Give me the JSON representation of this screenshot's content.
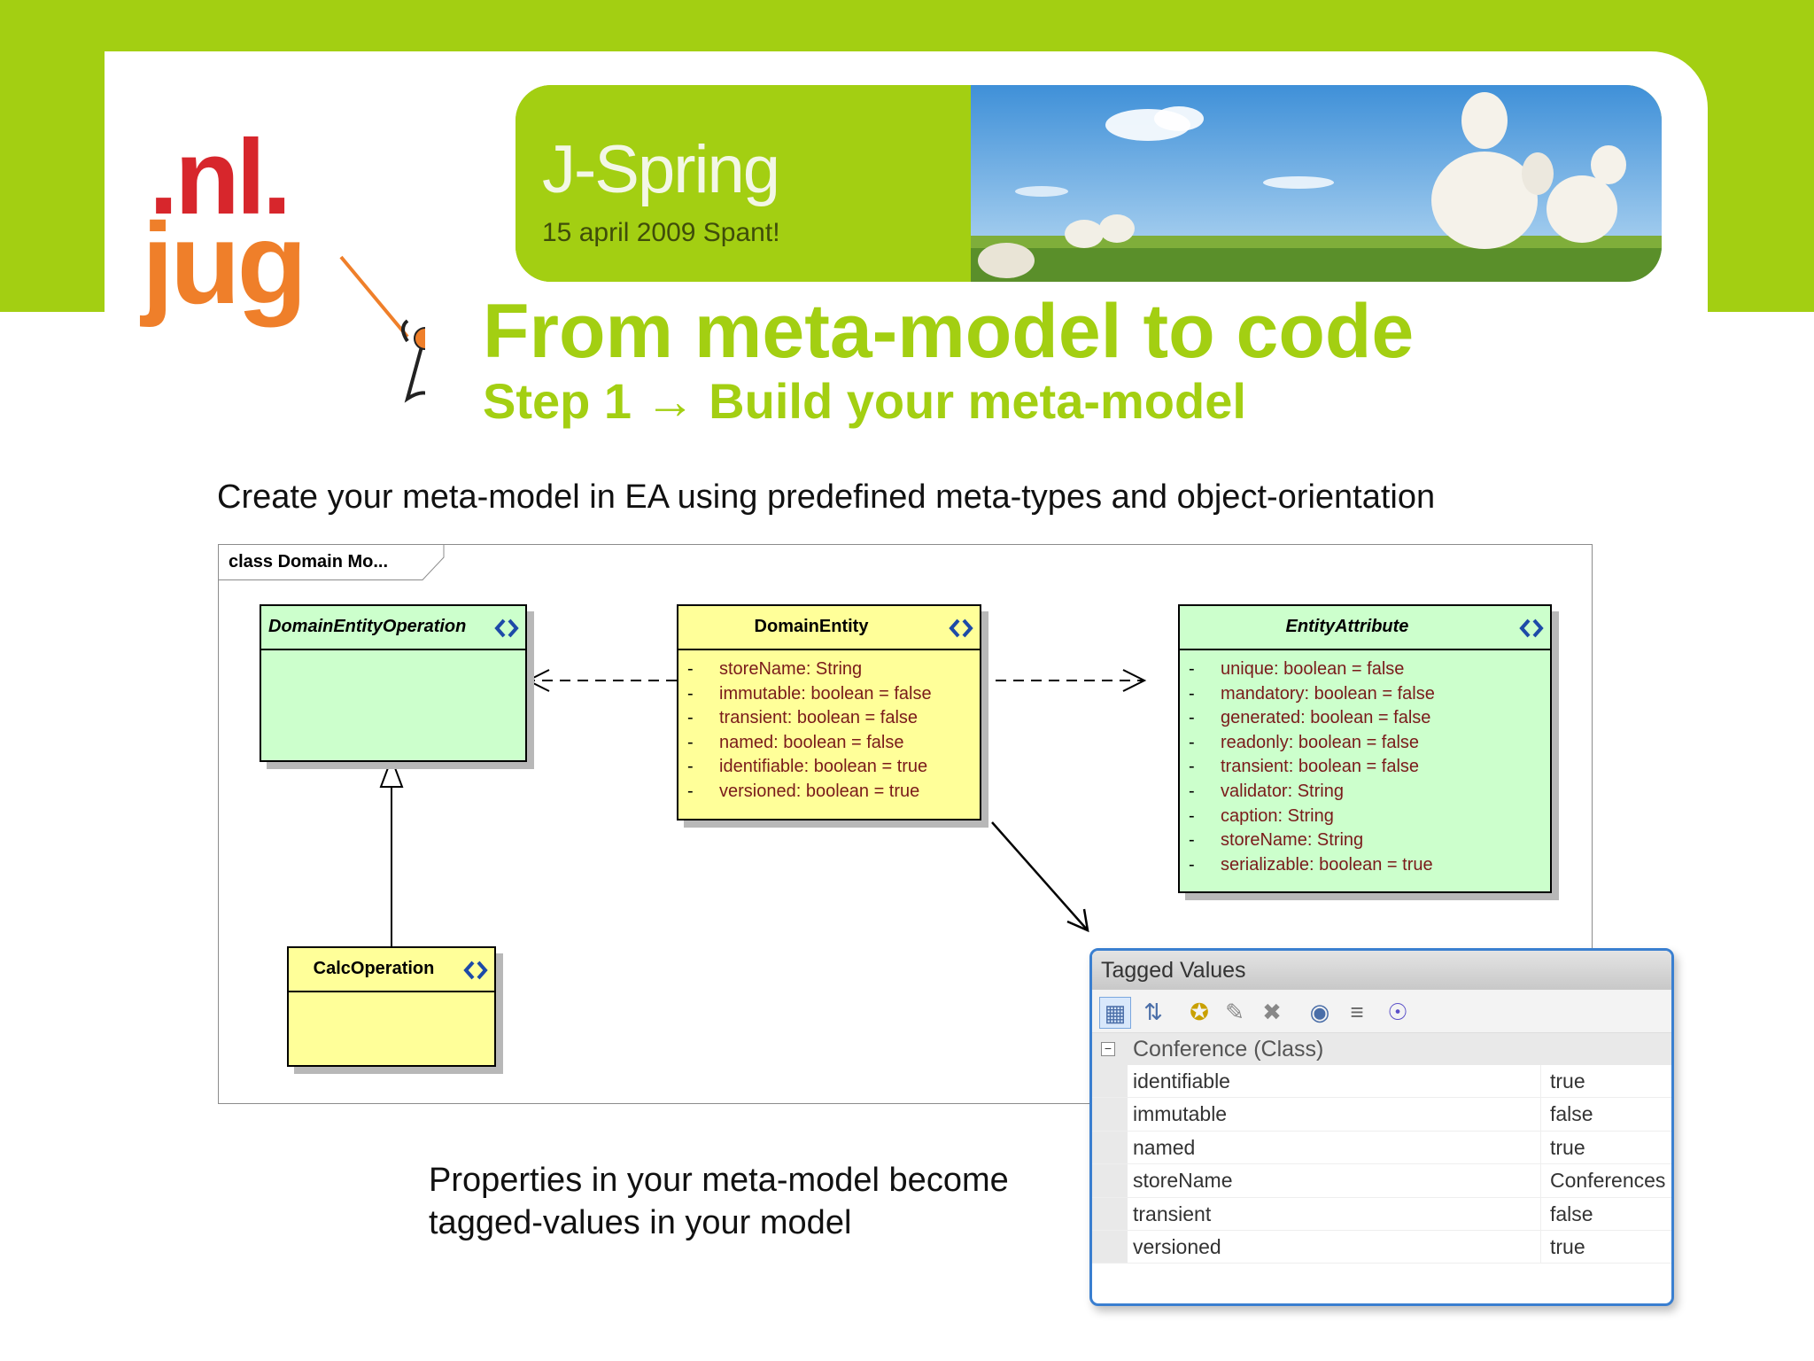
{
  "logo": {
    "line1": ".nl.",
    "line2": "jug"
  },
  "banner": {
    "title": "J-Spring",
    "date": "15 april 2009 Spant!"
  },
  "heading": {
    "title": "From meta-model to code",
    "subtitle": "Step 1 → Build your meta-model"
  },
  "intro": "Create your meta-model in EA using predefined meta-types and object-orientation",
  "diagram": {
    "frame_label": "class Domain Mo...",
    "domain_entity_operation": {
      "name": "DomainEntityOperation"
    },
    "domain_entity": {
      "name": "DomainEntity",
      "attributes": [
        "storeName:  String",
        "immutable:  boolean = false",
        "transient:  boolean = false",
        "named:  boolean = false",
        "identifiable:  boolean = true",
        "versioned:  boolean = true"
      ]
    },
    "entity_attribute": {
      "name": "EntityAttribute",
      "attributes": [
        "unique:  boolean = false",
        "mandatory:  boolean = false",
        "generated:  boolean = false",
        "readonly:  boolean = false",
        "transient:  boolean = false",
        "validator:  String",
        "caption:  String",
        "storeName:  String",
        "serializable:  boolean = true"
      ]
    },
    "calc_operation": {
      "name": "CalcOperation"
    },
    "attr_dash": "-"
  },
  "tagged_values": {
    "title": "Tagged Values",
    "group": "Conference (Class)",
    "rows": [
      {
        "key": "identifiable",
        "value": "true"
      },
      {
        "key": "immutable",
        "value": "false"
      },
      {
        "key": "named",
        "value": "true"
      },
      {
        "key": "storeName",
        "value": "Conferences"
      },
      {
        "key": "transient",
        "value": "false"
      },
      {
        "key": "versioned",
        "value": "true"
      }
    ]
  },
  "footer": {
    "line1": "Properties in your meta-model become",
    "line2": "tagged-values in your model"
  },
  "colors": {
    "brand_green": "#a3cf12",
    "class_green": "#ccffcc",
    "class_yellow": "#ffff99",
    "attr_text": "#7a1a1a"
  }
}
